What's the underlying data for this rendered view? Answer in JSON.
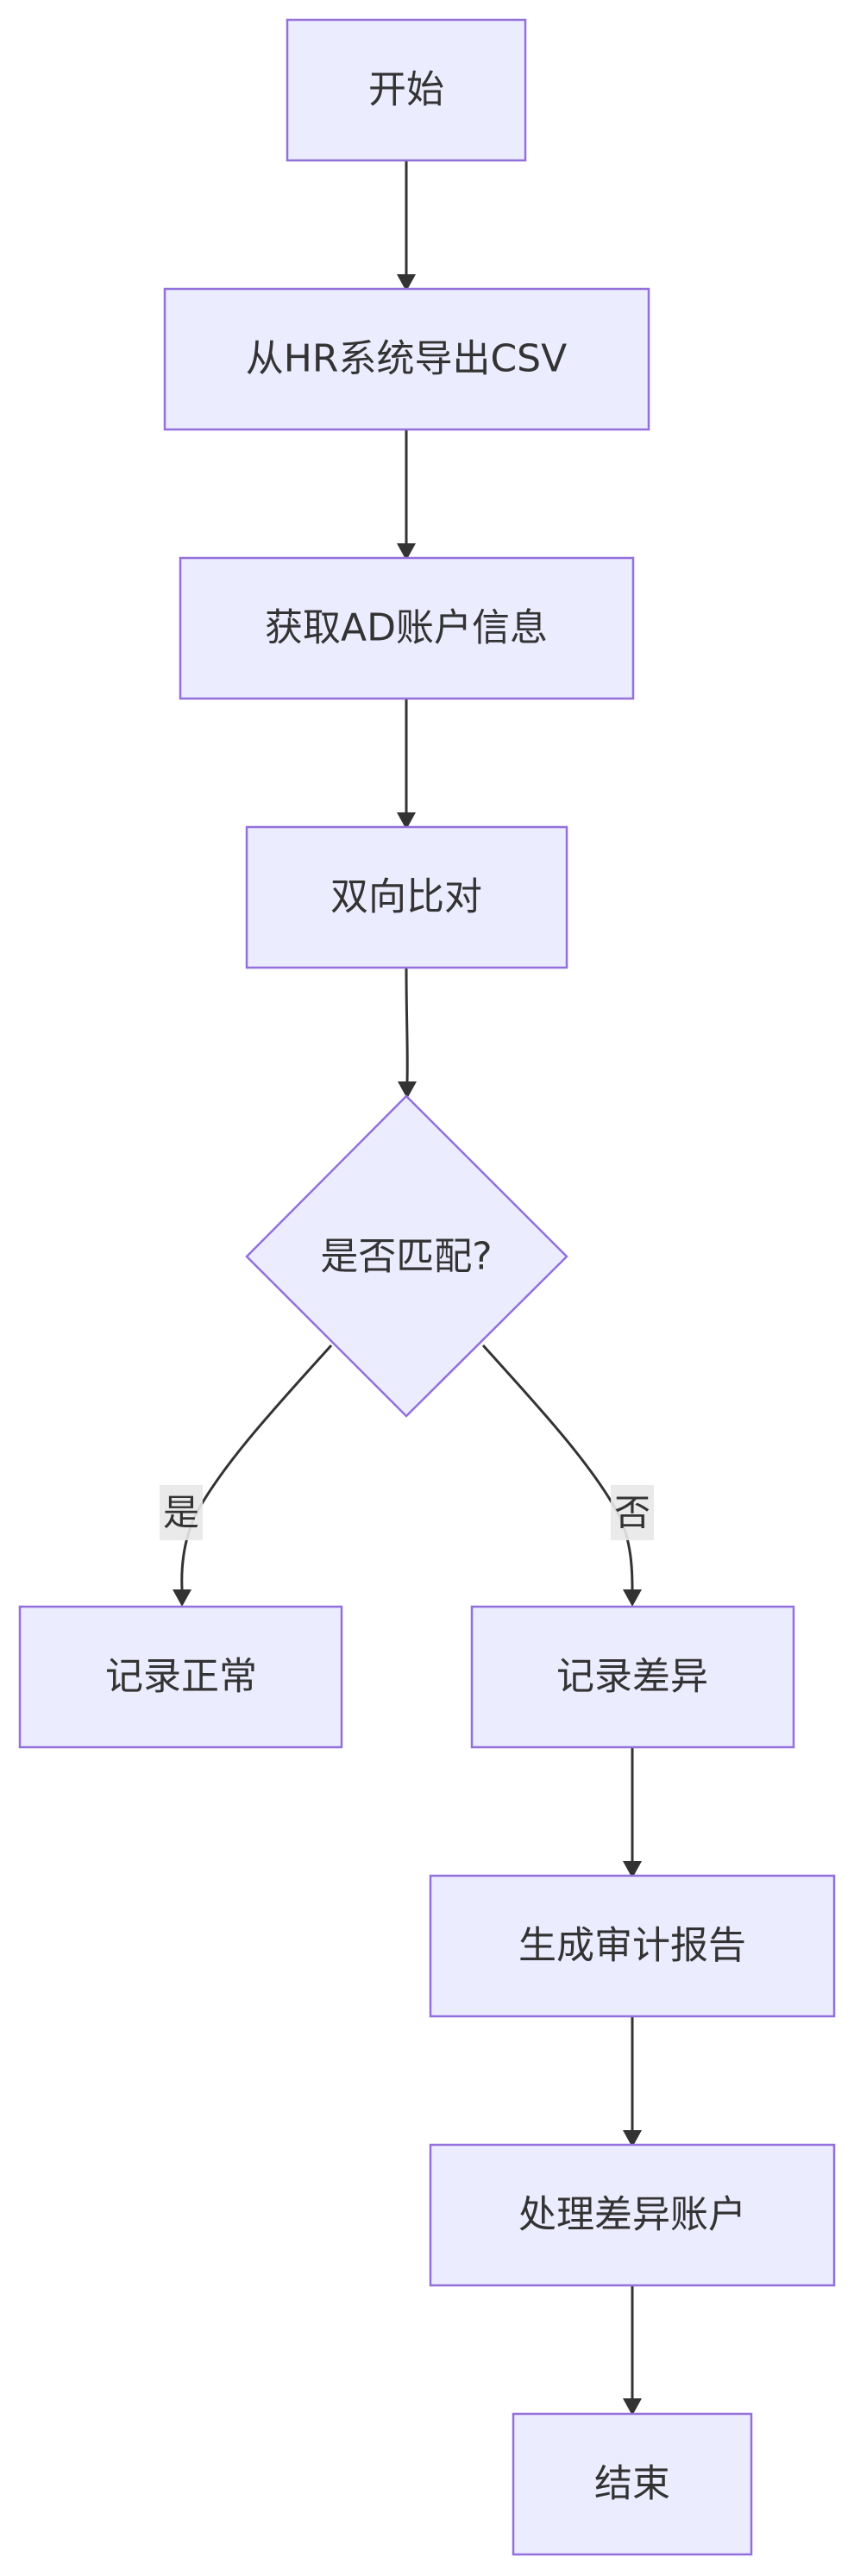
{
  "nodes": {
    "start": "开始",
    "export_csv": "从HR系统导出CSV",
    "get_ad": "获取AD账户信息",
    "compare": "双向比对",
    "decision": "是否匹配?",
    "record_normal": "记录正常",
    "record_diff": "记录差异",
    "gen_report": "生成审计报告",
    "handle_diff": "处理差异账户",
    "end": "结束"
  },
  "edges": {
    "yes_label": "是",
    "no_label": "否"
  },
  "colors": {
    "node_fill": "#ececff",
    "node_stroke": "#9370db",
    "edge": "#333333",
    "text": "#333333"
  }
}
